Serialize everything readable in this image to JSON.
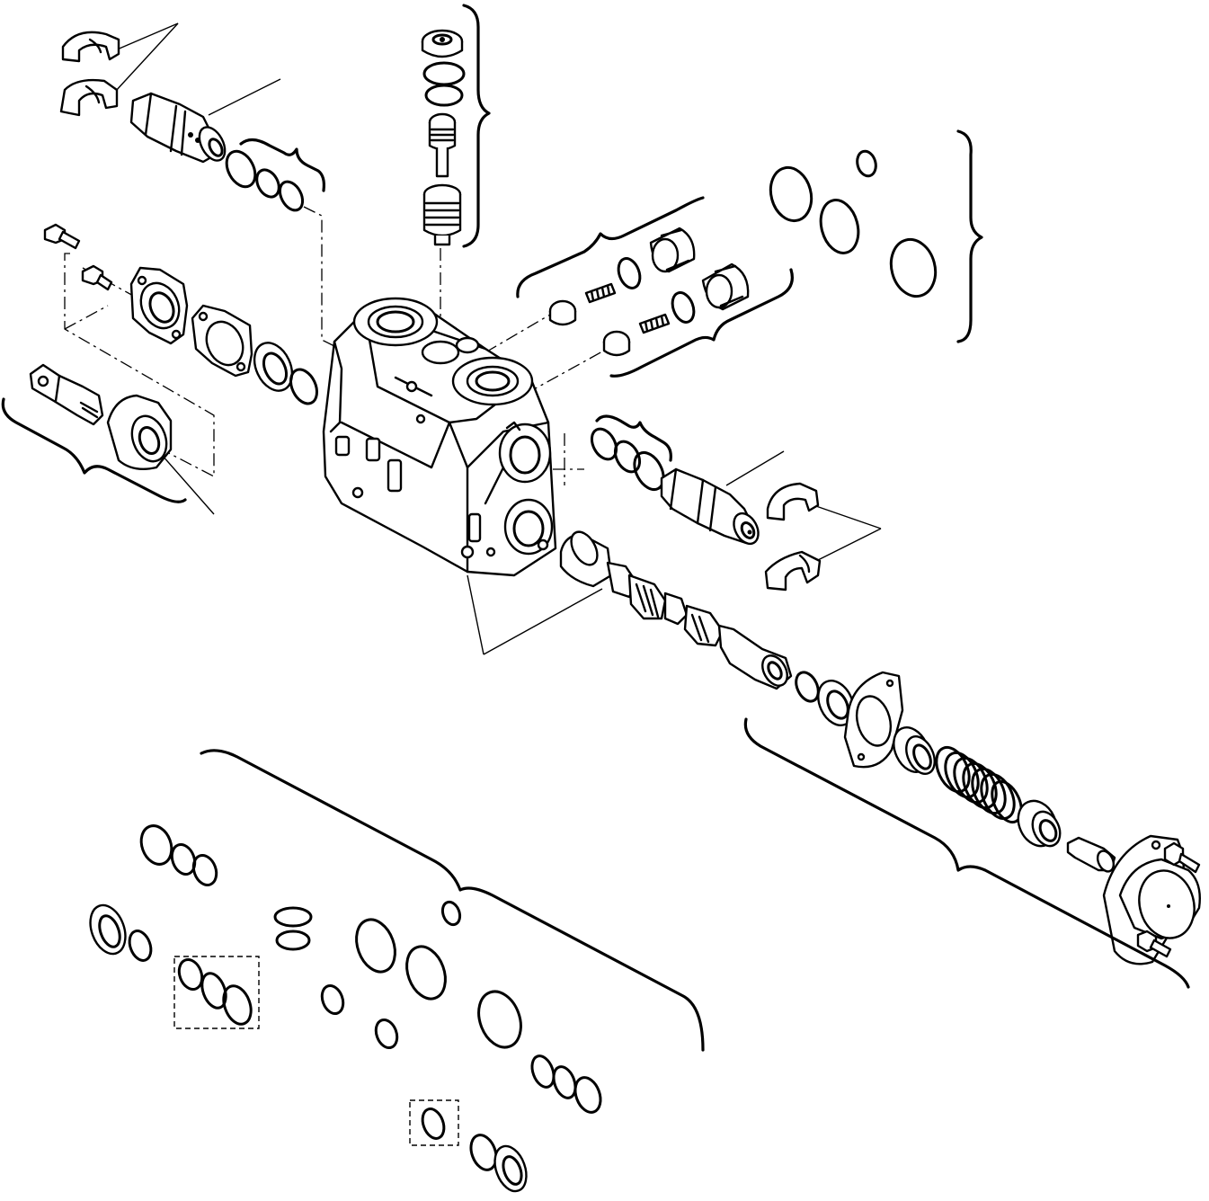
{
  "diagram": {
    "type": "exploded-view",
    "colors": {
      "line": "#000000",
      "background": "#ffffff"
    },
    "parts": [
      "valve-body",
      "spool",
      "relief-valve-left",
      "relief-valve-right",
      "check-valve-top",
      "port-flange",
      "spool-cap",
      "spool-spring",
      "o-ring-kit"
    ]
  }
}
